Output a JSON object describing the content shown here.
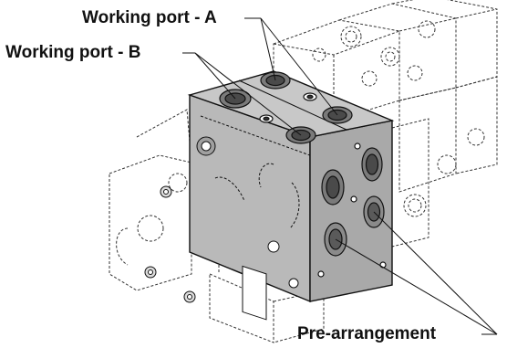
{
  "labels": {
    "working_port_a": "Working port - A",
    "working_port_b": "Working port - B",
    "pre_arrangement": "Pre-arrangement"
  },
  "colors": {
    "body_fill": "#b9b9b9",
    "top_face_fill": "#c8c8c8",
    "side_face_fill": "#a9a9a9",
    "line": "#111111",
    "dashed": "#333333"
  },
  "icons": {
    "working_port": "threaded-port-icon",
    "pre_arrangement": "pre-arrangement-port-icon"
  }
}
